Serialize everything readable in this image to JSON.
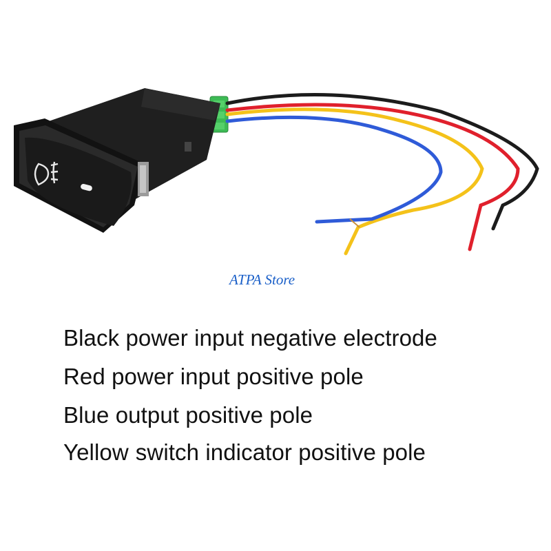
{
  "product_image": {
    "switch_icon": "fog-light-icon",
    "wire_colors": {
      "black": "#1c1c1c",
      "red": "#e0202c",
      "blue": "#2f5bd8",
      "yellow": "#f4c21a"
    },
    "connector_color": "#3dbb55"
  },
  "watermark": "ATPA Store",
  "lines": [
    "Black power input negative electrode",
    "Red power input positive pole",
    "Blue output positive pole"
  ],
  "yellow_line": {
    "color_word": "Yellow",
    "description": "switch indicator positive pole"
  }
}
